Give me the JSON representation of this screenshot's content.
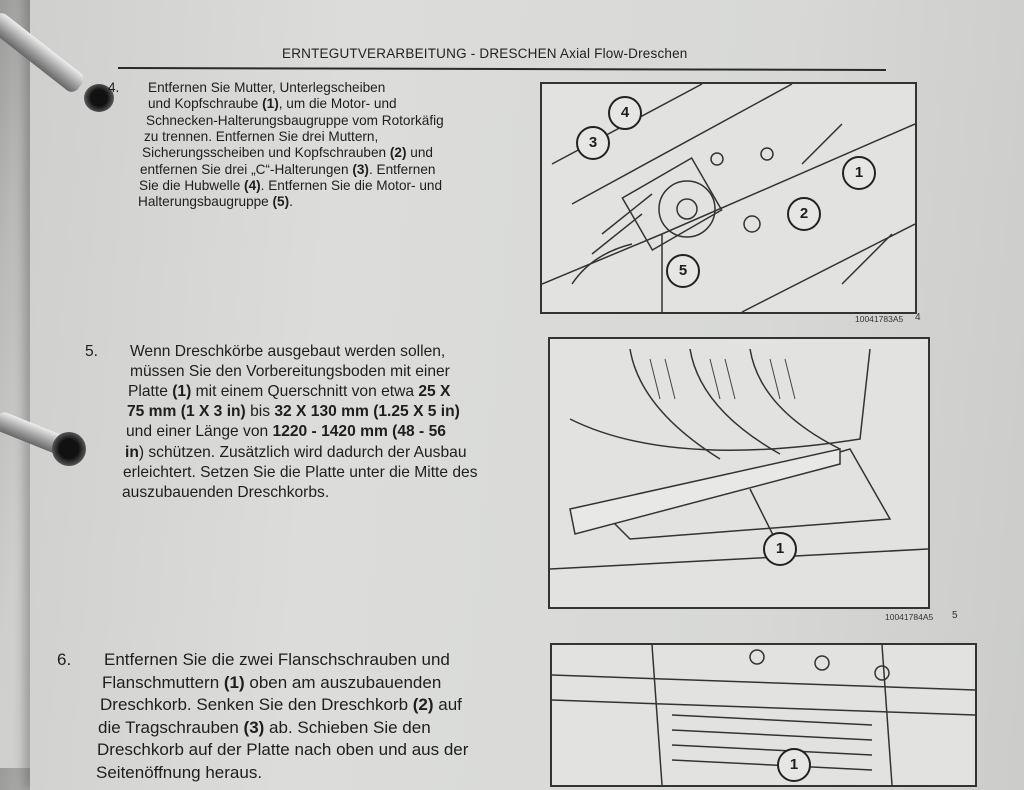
{
  "header": {
    "title": "ERNTEGUTVERARBEITUNG - DRESCHEN Axial Flow-Dreschen"
  },
  "steps": [
    {
      "number": "4.",
      "lines": [
        [
          {
            "t": "Entfernen Sie Mutter, Unterlegscheiben"
          }
        ],
        [
          {
            "t": "und Kopfschraube "
          },
          {
            "t": "(1)",
            "b": true
          },
          {
            "t": ", um die Motor- und"
          }
        ],
        [
          {
            "t": "Schnecken-Halterungsbaugruppe vom Rotorkäfig"
          }
        ],
        [
          {
            "t": "zu trennen.  Entfernen Sie drei Muttern,"
          }
        ],
        [
          {
            "t": "Sicherungsscheiben und Kopfschrauben "
          },
          {
            "t": "(2)",
            "b": true
          },
          {
            "t": " und"
          }
        ],
        [
          {
            "t": "entfernen Sie drei „C“-Halterungen "
          },
          {
            "t": "(3)",
            "b": true
          },
          {
            "t": ".  Entfernen"
          }
        ],
        [
          {
            "t": "Sie die Hubwelle "
          },
          {
            "t": "(4)",
            "b": true
          },
          {
            "t": ".  Entfernen Sie die Motor- und"
          }
        ],
        [
          {
            "t": "Halterungsbaugruppe "
          },
          {
            "t": "(5)",
            "b": true
          },
          {
            "t": "."
          }
        ]
      ]
    },
    {
      "number": "5.",
      "lines": [
        [
          {
            "t": "Wenn Dreschkörbe ausgebaut werden sollen,"
          }
        ],
        [
          {
            "t": "müssen Sie den Vorbereitungsboden mit einer"
          }
        ],
        [
          {
            "t": "Platte "
          },
          {
            "t": "(1)",
            "b": true
          },
          {
            "t": " mit einem Querschnitt von etwa "
          },
          {
            "t": "25 X",
            "b": true
          }
        ],
        [
          {
            "t": "75 mm",
            "b": true
          },
          {
            "t": " (1 X 3 in)",
            "b": true
          },
          {
            "t": " bis "
          },
          {
            "t": "32 X 130 mm",
            "b": true
          },
          {
            "t": " (1.25 X 5 in)",
            "b": true
          }
        ],
        [
          {
            "t": "und einer Länge von "
          },
          {
            "t": "1220 - 1420 mm",
            "b": true
          },
          {
            "t": " (48 - 56",
            "b": true
          }
        ],
        [
          {
            "t": "in",
            "b": true
          },
          {
            "t": ") schützen.  Zusätzlich wird dadurch der Ausbau"
          }
        ],
        [
          {
            "t": "erleichtert.  Setzen Sie die Platte unter die Mitte des"
          }
        ],
        [
          {
            "t": "auszubauenden Dreschkorbs."
          }
        ]
      ]
    },
    {
      "number": "6.",
      "lines": [
        [
          {
            "t": "Entfernen Sie die zwei Flanschschrauben und"
          }
        ],
        [
          {
            "t": "Flanschmuttern "
          },
          {
            "t": "(1)",
            "b": true
          },
          {
            "t": " oben am auszubauenden"
          }
        ],
        [
          {
            "t": "Dreschkorb.  Senken Sie den Dreschkorb "
          },
          {
            "t": "(2)",
            "b": true
          },
          {
            "t": " auf"
          }
        ],
        [
          {
            "t": "die Tragschrauben "
          },
          {
            "t": "(3)",
            "b": true
          },
          {
            "t": " ab.  Schieben Sie den"
          }
        ],
        [
          {
            "t": "Dreschkorb auf der Platte nach oben und aus der"
          }
        ],
        [
          {
            "t": "Seitenöffnung heraus."
          }
        ]
      ]
    }
  ],
  "figures": [
    {
      "code": "10041783A5",
      "number": "4",
      "callouts": [
        "4",
        "3",
        "1",
        "2",
        "5"
      ]
    },
    {
      "code": "10041784A5",
      "number": "5",
      "callouts": [
        "1"
      ]
    },
    {
      "callouts": [
        "1"
      ]
    }
  ]
}
